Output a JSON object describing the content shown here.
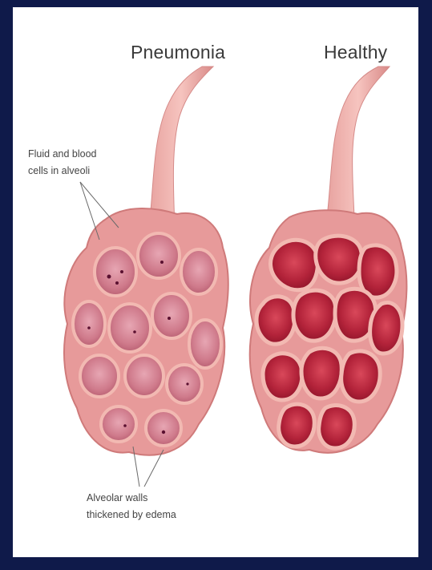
{
  "titles": {
    "pneumonia": "Pneumonia",
    "healthy": "Healthy"
  },
  "annotations": {
    "fluid_line1": "Fluid and blood",
    "fluid_line2": "cells in alveoli",
    "walls_line1": "Alveolar walls",
    "walls_line2": "thickened by edema"
  },
  "colors": {
    "frame": "#0f1a4a",
    "tissue_outer": "#e79a9a",
    "tissue_wall": "#f2b9b2",
    "healthy_cavity": "#b8283a",
    "pneumonia_cavity": "#c65f74",
    "blood_cell": "#5a1030"
  }
}
